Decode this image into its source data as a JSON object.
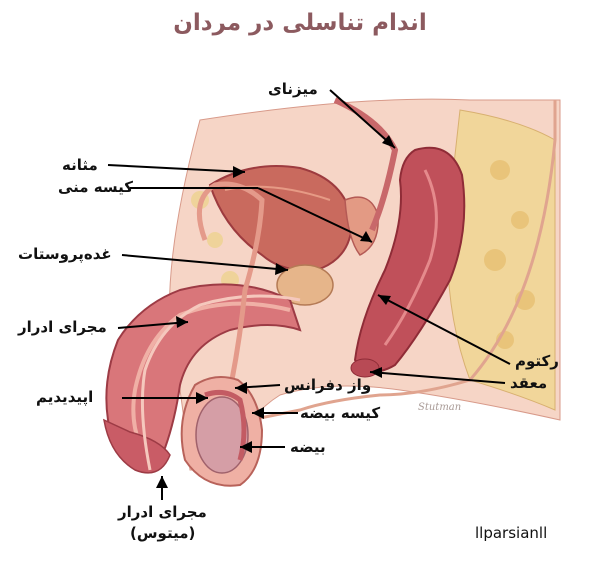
{
  "title": "اندام تناسلی در مردان",
  "labels": {
    "meatus_urethra": "میزنای",
    "bladder": "مثانه",
    "seminal_vesicle": "کیسه منی",
    "prostate": "غده‌پروستات",
    "urethra": "مجرای ادرار",
    "epididymis": "اپیدیدیم",
    "vas_deferens": "واز دفرانس",
    "scrotum": "کیسه بیضه",
    "testis": "بیضه",
    "rectum": "رکتوم",
    "anus": "معقد",
    "urethra_meatus_line1": "مجرای ادرار",
    "urethra_meatus_line2": "(میتوس)"
  },
  "credit": "llparsianll",
  "signature": "Stutman",
  "colors": {
    "title": "#8c5a5f",
    "skin": "#f2c9b4",
    "tissue": "#d9767a",
    "deep_tissue": "#b84a55",
    "fat": "#f1d69a"
  }
}
